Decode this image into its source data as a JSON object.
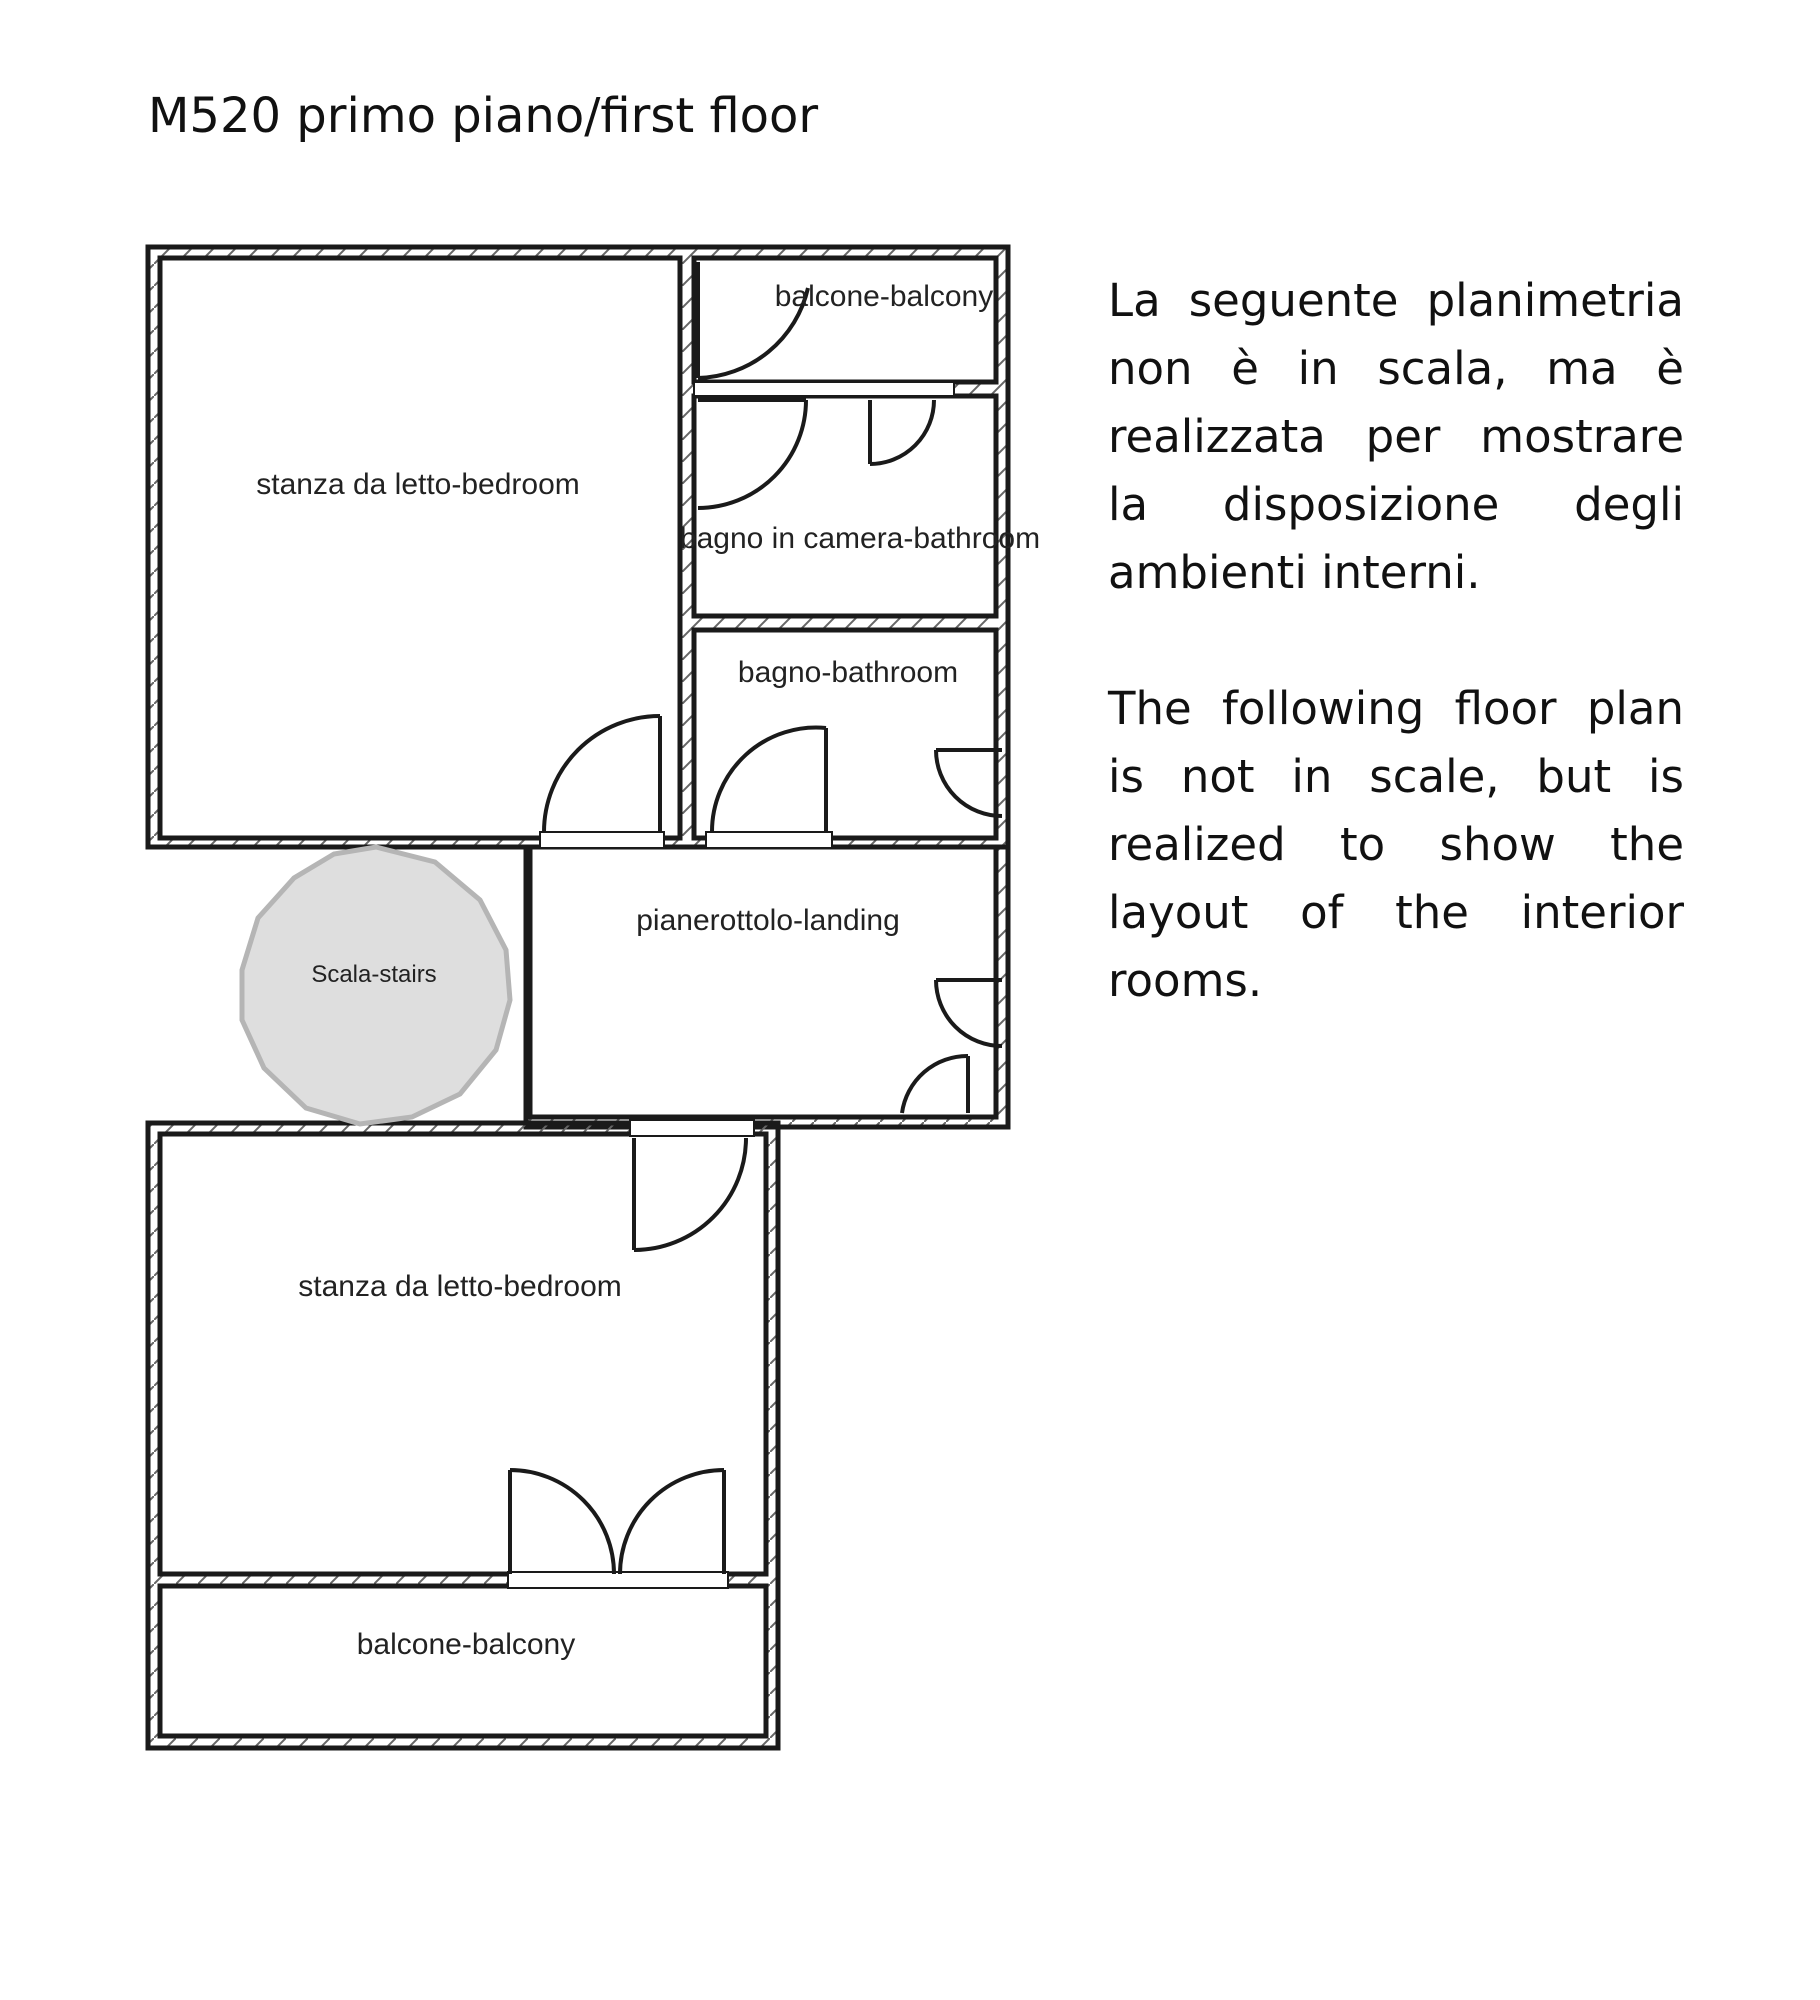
{
  "page": {
    "title": "M520 primo piano/first floor"
  },
  "rooms": {
    "bedroom_top": "stanza da letto-bedroom",
    "balcony_top": "balcone-balcony",
    "ensuite": "bagno in camera-bathroom",
    "bathroom": "bagno-bathroom",
    "stairs": "Scala-stairs",
    "landing": "pianerottolo-landing",
    "bedroom_bottom": "stanza da letto-bedroom",
    "balcony_bottom": "balcone-balcony"
  },
  "notes": {
    "italian": "La seguente planimetria non è in scala, ma è realizzata per mostrare la disposizione degli ambienti interni.",
    "english": "The following floor plan is not in scale, but is realized to show the layout of the interior rooms."
  },
  "colors": {
    "wall": "#1a1a1a",
    "stairs_fill": "#dedede",
    "stairs_stroke": "#b5b5b5"
  }
}
